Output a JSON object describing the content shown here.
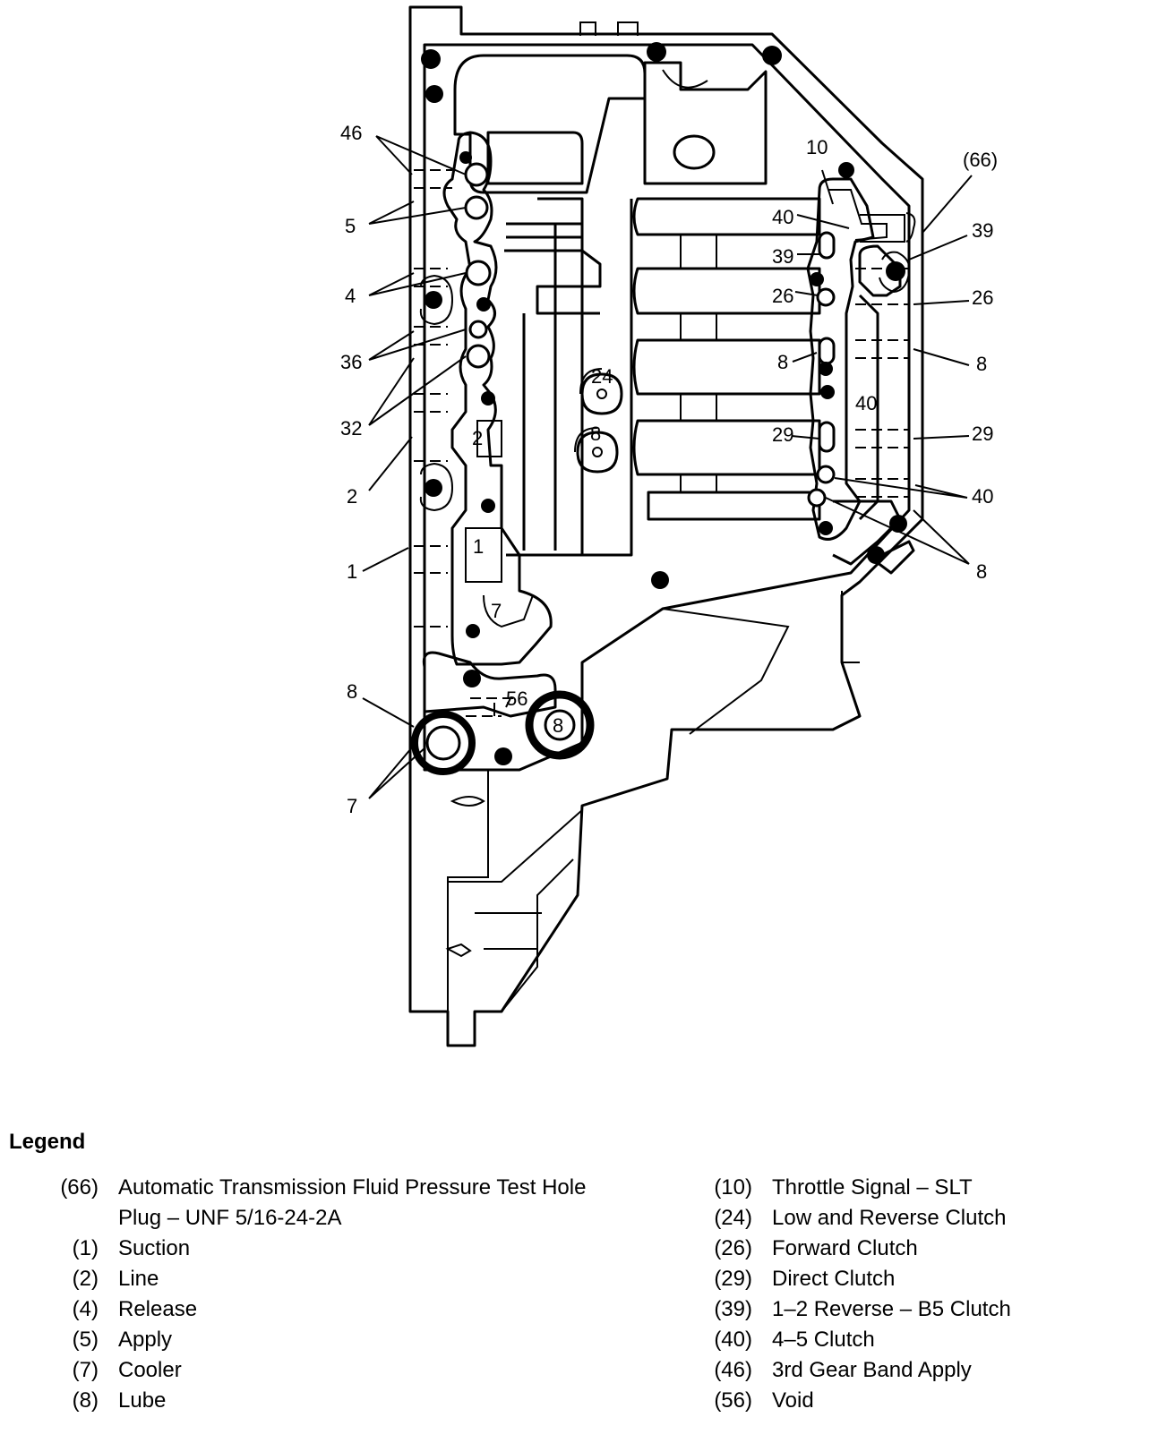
{
  "callouts": {
    "c46": "46",
    "c5": "5",
    "c4": "4",
    "c36": "36",
    "c32": "32",
    "c2": "2",
    "c1": "1",
    "c8_left": "8",
    "c7_left": "7",
    "c56": "56",
    "c8_port": "8",
    "c24_inner": "24",
    "c8_inner": "8",
    "c2_inner": "2",
    "c1_inner": "1",
    "c7_inner": "7",
    "c10": "10",
    "c40_a": "40",
    "c39_a": "39",
    "c26_a": "26",
    "c8_a": "8",
    "c40_mid": "40",
    "c29_a": "29",
    "c66": "(66)",
    "c39_r": "39",
    "c26_r": "26",
    "c8_r": "8",
    "c29_r": "29",
    "c40_r": "40",
    "c8_r2": "8"
  },
  "legend": {
    "title": "Legend",
    "left": [
      {
        "code": "(66)",
        "desc": "Automatic Transmission Fluid Pressure Test Hole Plug – UNF 5/16-24-2A"
      },
      {
        "code": "(1)",
        "desc": "Suction"
      },
      {
        "code": "(2)",
        "desc": "Line"
      },
      {
        "code": "(4)",
        "desc": "Release"
      },
      {
        "code": "(5)",
        "desc": "Apply"
      },
      {
        "code": "(7)",
        "desc": "Cooler"
      },
      {
        "code": "(8)",
        "desc": "Lube"
      }
    ],
    "right": [
      {
        "code": "(10)",
        "desc": "Throttle Signal – SLT"
      },
      {
        "code": "(24)",
        "desc": "Low and Reverse Clutch"
      },
      {
        "code": "(26)",
        "desc": "Forward Clutch"
      },
      {
        "code": "(29)",
        "desc": "Direct Clutch"
      },
      {
        "code": "(39)",
        "desc": "1–2 Reverse – B5 Clutch"
      },
      {
        "code": "(40)",
        "desc": "4–5 Clutch"
      },
      {
        "code": "(46)",
        "desc": "3rd Gear Band Apply"
      },
      {
        "code": "(56)",
        "desc": "Void"
      }
    ]
  }
}
